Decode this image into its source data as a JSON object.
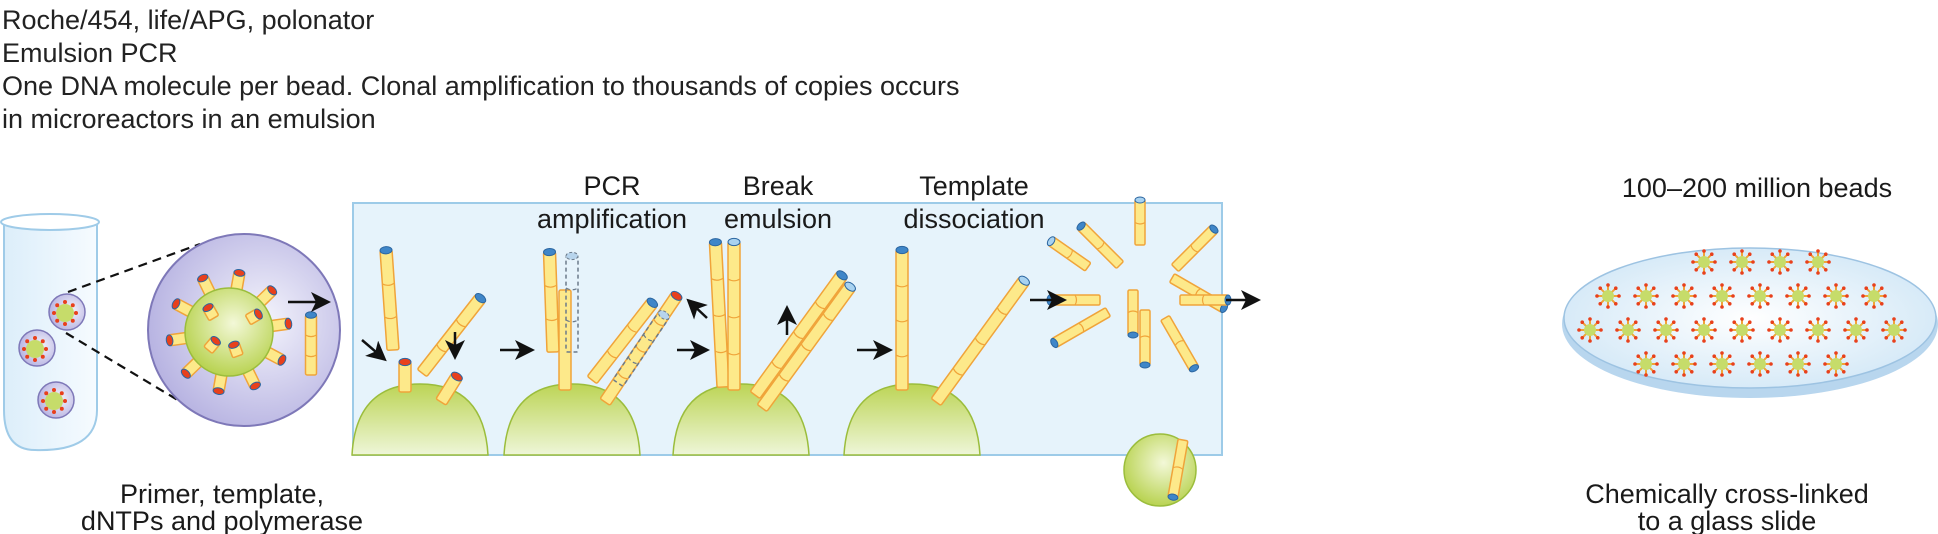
{
  "header": {
    "platforms": "Roche/454, life/APG, polonator",
    "method": "Emulsion PCR",
    "description_line1": "One DNA molecule per bead. Clonal amplification to thousands of copies occurs",
    "description_line2": "in microreactors in an emulsion"
  },
  "steps": {
    "pcr_line1": "PCR",
    "pcr_line2": "amplification",
    "break_line1": "Break",
    "break_line2": "emulsion",
    "template_line1": "Template",
    "template_line2": "dissociation"
  },
  "labels": {
    "reagents_line1": "Primer, template,",
    "reagents_line2": "dNTPs and polymerase",
    "bead_count": "100–200 million beads",
    "slide_line1": "Chemically cross-linked",
    "slide_line2": "to a glass slide"
  },
  "colors": {
    "tube_fill": "#fde98a",
    "tube_stroke": "#f0a43a",
    "primer_cap": "#e8401c",
    "template_cap": "#3f86c8",
    "bead": "#c6dc6a",
    "droplet": "#c9c6ea",
    "panel_bg": "#e6f3fb",
    "panel_border": "#9dcbe8"
  }
}
